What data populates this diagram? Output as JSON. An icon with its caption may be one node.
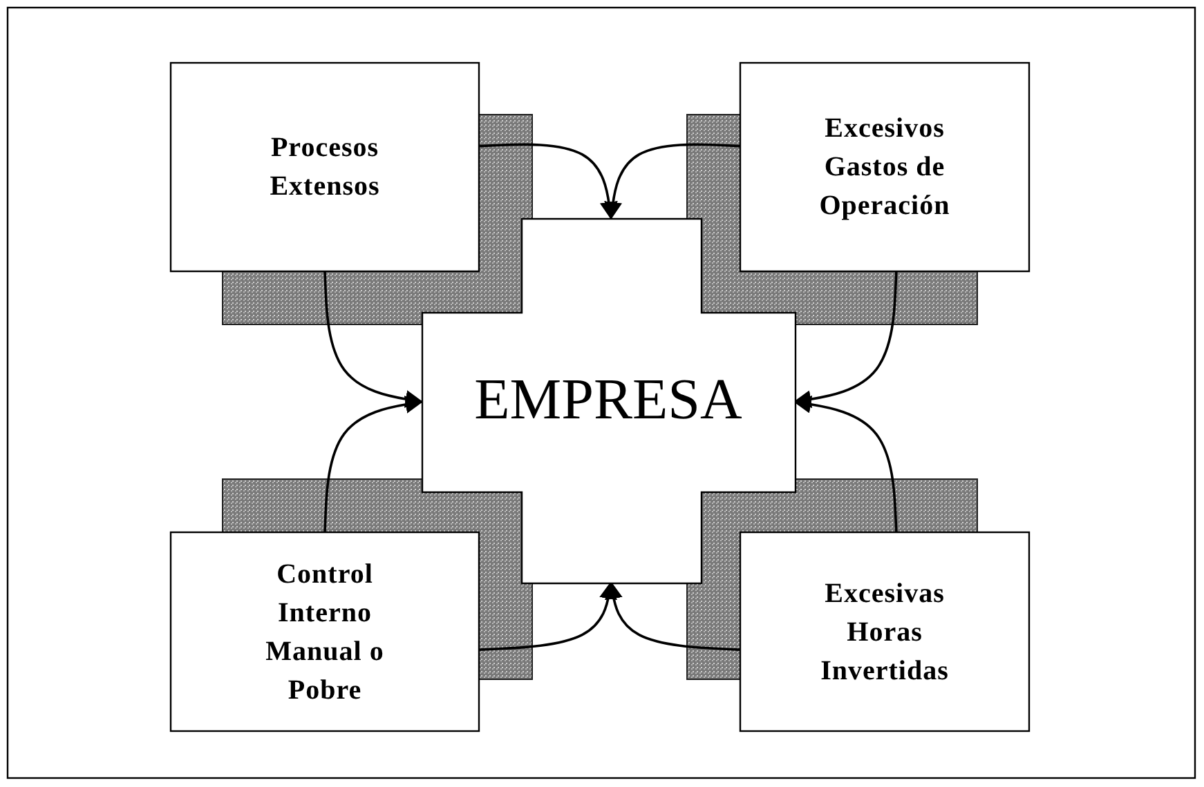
{
  "diagram": {
    "nodes": [
      {
        "text": [
          "Procesos Extensos"
        ]
      },
      {
        "text": [
          "Excesivos Gastos de Operación"
        ]
      },
      {
        "text": [
          "EMPRESA"
        ]
      },
      {
        "text": [
          "Control Interno Manual o Pobre"
        ]
      },
      {
        "text": [
          "Excesivas Horas Invertidas"
        ]
      }
    ],
    "edges": [
      {
        "from": 0,
        "to": 2,
        "arrow": "to"
      },
      {
        "from": 1,
        "to": 2,
        "arrow": "to"
      },
      {
        "from": 0,
        "to": 2,
        "arrow": "to"
      },
      {
        "from": 3,
        "to": 2,
        "arrow": "to"
      },
      {
        "from": 1,
        "to": 2,
        "arrow": "to"
      },
      {
        "from": 4,
        "to": 2,
        "arrow": "to"
      },
      {
        "from": 3,
        "to": 2,
        "arrow": "to"
      },
      {
        "from": 4,
        "to": 2,
        "arrow": "to"
      }
    ]
  }
}
